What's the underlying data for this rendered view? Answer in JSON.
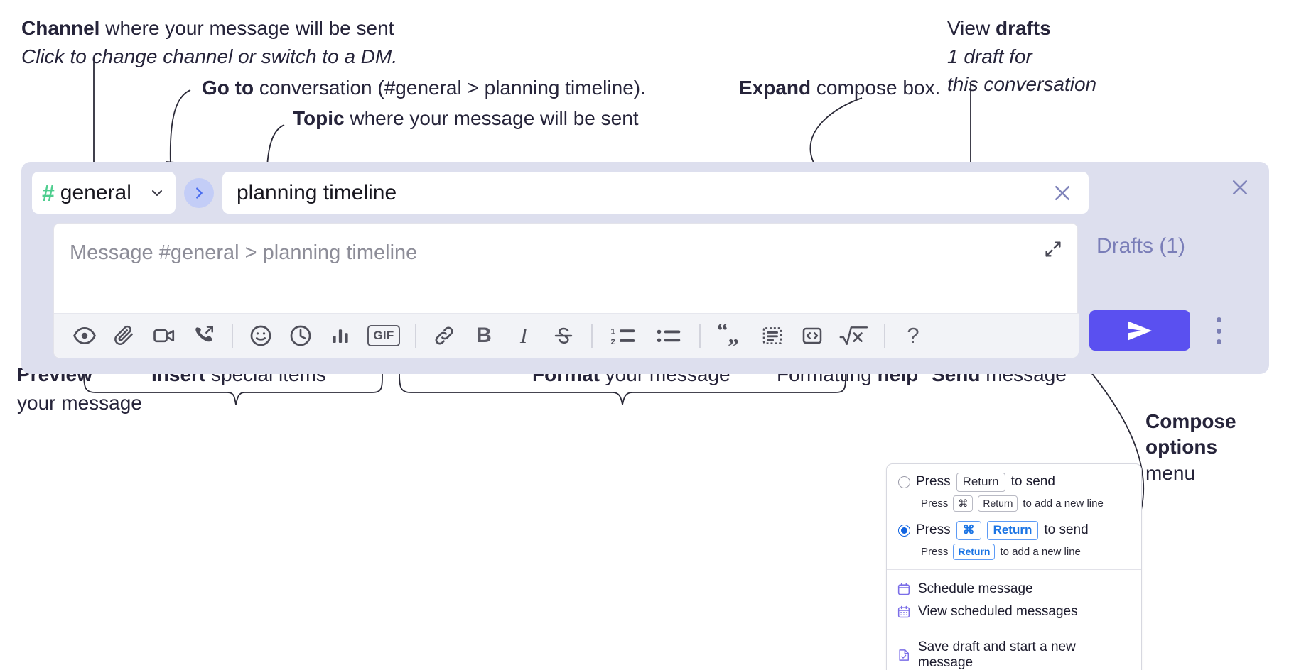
{
  "annotations": {
    "channel": {
      "bold": "Channel",
      "rest": " where your message will be sent",
      "sub": "Click to change channel or switch to a DM."
    },
    "goto": {
      "bold": "Go to",
      "rest": " conversation (#general > planning timeline)."
    },
    "topic": {
      "bold": "Topic",
      "rest": " where your message will be sent"
    },
    "expand": {
      "bold": "Expand",
      "rest": " compose box."
    },
    "drafts": {
      "lead": "View ",
      "bold": "drafts",
      "sub1": "1 draft for",
      "sub2": "this conversation"
    },
    "preview": {
      "bold": "Preview",
      "sub": "your message"
    },
    "insert": {
      "bold": "Insert",
      "rest": " special items"
    },
    "format": {
      "bold": "Format",
      "rest": " your message"
    },
    "formatting_help": {
      "lead": "Formatting ",
      "bold": "help"
    },
    "send": {
      "bold": "Send",
      "rest": " message"
    },
    "compose_options": {
      "bold1": "Compose",
      "bold2": "options",
      "rest": "menu"
    }
  },
  "compose": {
    "channel": {
      "hash": "#",
      "name": "general",
      "chevron_icon": "chevron-down-icon"
    },
    "goto_icon": "chevron-right-icon",
    "topic": {
      "value": "planning timeline",
      "clear_icon": "close-icon"
    },
    "message": {
      "placeholder": "Message #general > planning timeline"
    },
    "expand_icon": "expand-icon",
    "close_icon": "close-icon",
    "drafts_label": "Drafts (1)",
    "send_icon": "send-paper-plane-icon",
    "kebab_icon": "more-vertical-icon",
    "accent_purple": "#5a50f0",
    "panel_bg": "#dddfee",
    "hash_green": "#4fce8f",
    "goto_blue": "#4b6ef0",
    "drafts_purple": "#7a7eb8",
    "toolbar": [
      {
        "name": "preview-icon",
        "kind": "icon",
        "label": "eye-icon"
      },
      {
        "name": "attachment-icon",
        "kind": "icon",
        "label": "paperclip-icon"
      },
      {
        "name": "video-icon",
        "kind": "icon",
        "label": "video-camera-icon"
      },
      {
        "name": "audio-clip-icon",
        "kind": "icon",
        "label": "phone-arrow-icon"
      },
      {
        "name": "divider-1",
        "kind": "sep",
        "label": ""
      },
      {
        "name": "emoji-icon",
        "kind": "icon",
        "label": "smiley-icon"
      },
      {
        "name": "schedule-icon",
        "kind": "icon",
        "label": "clock-icon"
      },
      {
        "name": "poll-icon",
        "kind": "icon",
        "label": "bar-chart-icon"
      },
      {
        "name": "gif-icon",
        "kind": "gif",
        "label": "GIF"
      },
      {
        "name": "divider-2",
        "kind": "sep",
        "label": ""
      },
      {
        "name": "link-icon",
        "kind": "icon",
        "label": "link-icon"
      },
      {
        "name": "bold-button",
        "kind": "bold",
        "label": "B"
      },
      {
        "name": "italic-button",
        "kind": "italic",
        "label": "I"
      },
      {
        "name": "strikethrough-button",
        "kind": "icon",
        "label": "strikethrough-icon"
      },
      {
        "name": "divider-3",
        "kind": "sep",
        "label": ""
      },
      {
        "name": "ordered-list-button",
        "kind": "icon",
        "label": "ordered-list-icon"
      },
      {
        "name": "bulleted-list-button",
        "kind": "icon",
        "label": "bulleted-list-icon"
      },
      {
        "name": "divider-4",
        "kind": "sep",
        "label": ""
      },
      {
        "name": "blockquote-button",
        "kind": "icon",
        "label": "quote-icon"
      },
      {
        "name": "code-block-button",
        "kind": "icon",
        "label": "code-block-icon"
      },
      {
        "name": "inline-code-button",
        "kind": "icon",
        "label": "code-brackets-icon"
      },
      {
        "name": "math-button",
        "kind": "icon",
        "label": "square-root-x-icon"
      },
      {
        "name": "divider-5",
        "kind": "sep",
        "label": ""
      },
      {
        "name": "help-button",
        "kind": "help",
        "label": "?"
      }
    ]
  },
  "menu": {
    "option1": {
      "selected": false,
      "main_pre": "Press",
      "main_key": "Return",
      "main_post": "to send",
      "sub_pre": "Press",
      "sub_key1": "⌘",
      "sub_key2": "Return",
      "sub_post": "to add a new line"
    },
    "option2": {
      "selected": true,
      "main_pre": "Press",
      "main_key1": "⌘",
      "main_key2": "Return",
      "main_post": "to send",
      "sub_pre": "Press",
      "sub_key": "Return",
      "sub_post": "to add a new line"
    },
    "items": [
      {
        "icon": "calendar-icon",
        "label": "Schedule message"
      },
      {
        "icon": "calendar-grid-icon",
        "label": "View scheduled messages"
      },
      {
        "icon": "save-draft-icon",
        "label": "Save draft and start a new message"
      }
    ],
    "icon_purple": "#7b6ee8",
    "radio_blue": "#1264e0"
  }
}
